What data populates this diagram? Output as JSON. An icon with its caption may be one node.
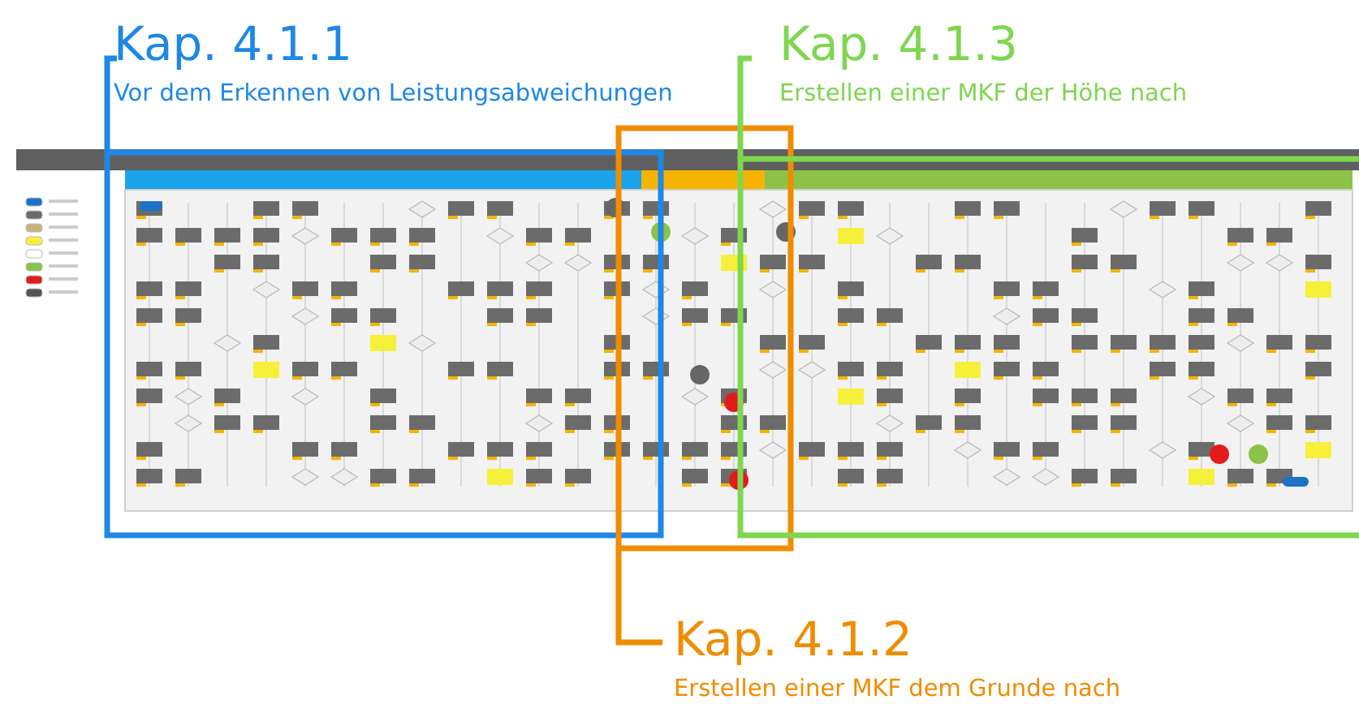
{
  "diagram": {
    "nodes": [
      {
        "text": [
          "Kap. 4.1.1",
          "Vor dem Erkennen von Leistungsabweichungen"
        ]
      },
      {
        "text": [
          "Kap. 4.1.2",
          "Erstellen einer MKF dem Grunde nach"
        ]
      },
      {
        "text": [
          "Kap. 4.1.3",
          "Erstellen einer MKF der Höhe nach"
        ]
      }
    ],
    "edges": []
  }
}
